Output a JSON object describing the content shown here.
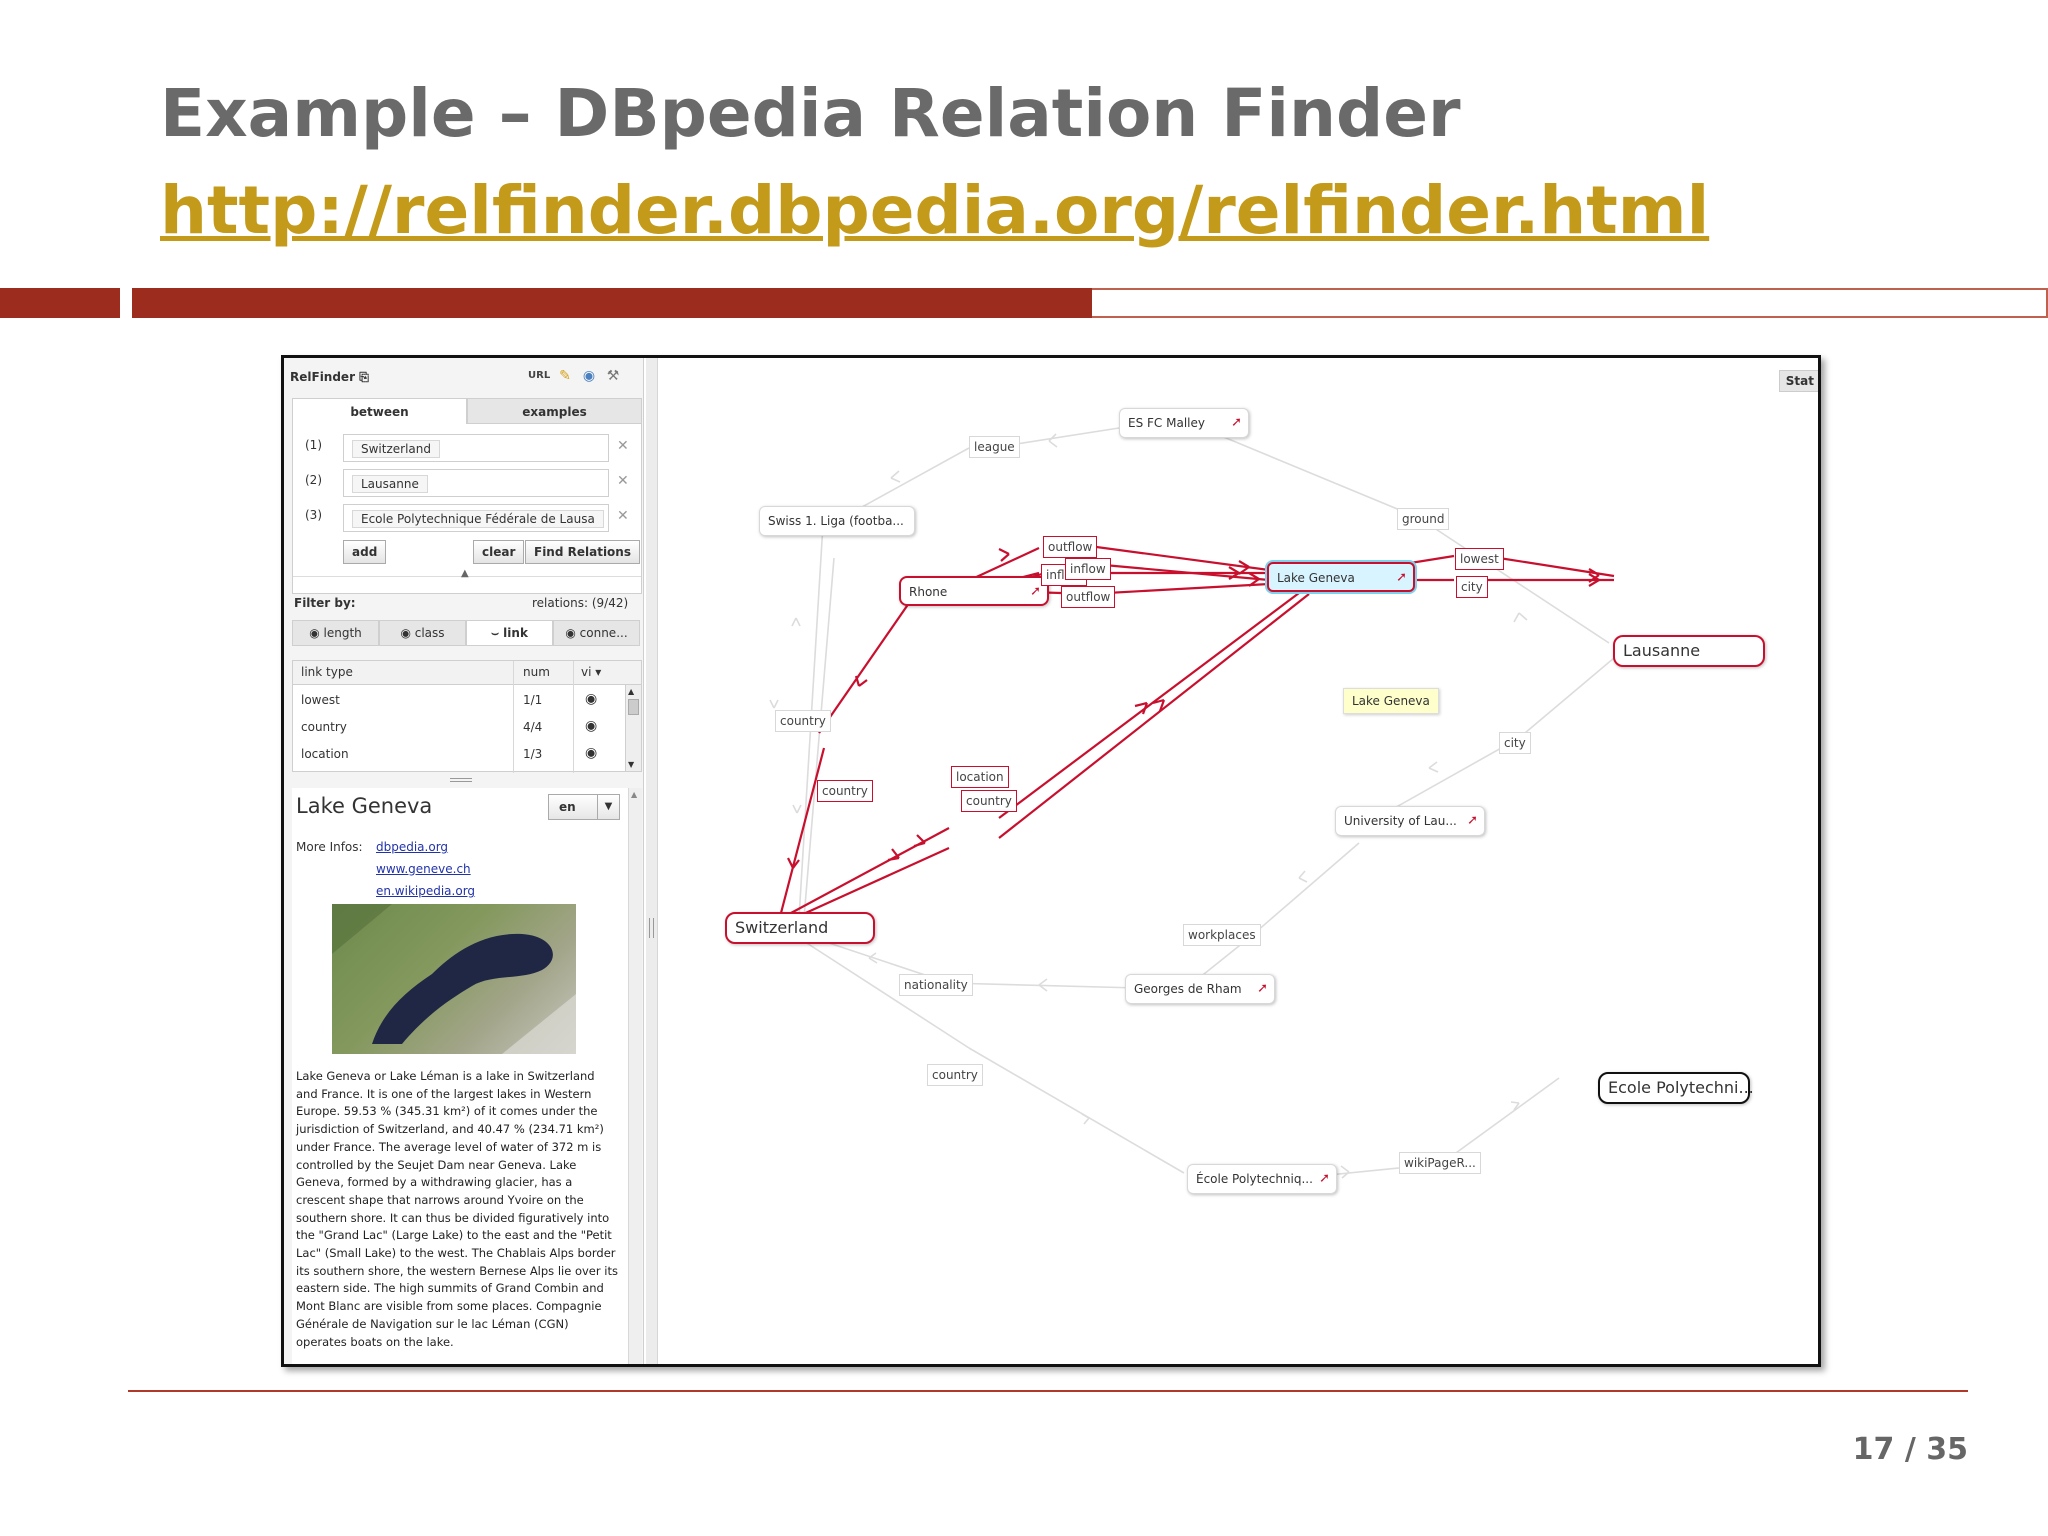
{
  "slide": {
    "title": "Example – DBpedia Relation Finder",
    "url": "http://relfinder.dbpedia.org/relfinder.html",
    "page": "17 / 35"
  },
  "colors": {
    "accent_red": "#9c2c1e",
    "link_gold": "#c49a1a",
    "relation_red": "#c8102e",
    "selected_blue": "#7dd3ee"
  },
  "panel": {
    "logo": "RelFinder",
    "url_label": "URL",
    "tabs": [
      {
        "label": "between"
      },
      {
        "label": "examples"
      }
    ],
    "entities": [
      {
        "index": "(1)",
        "value": "Switzerland"
      },
      {
        "index": "(2)",
        "value": "Lausanne"
      },
      {
        "index": "(3)",
        "value": "Ecole Polytechnique Fédérale de Lausa"
      }
    ],
    "buttons": {
      "add": "add",
      "clear": "clear",
      "find": "Find Relations"
    },
    "filter_label": "Filter by:",
    "relations": "relations: (9/42)",
    "filter_tabs": [
      {
        "label": "length"
      },
      {
        "label": "class"
      },
      {
        "label": "link"
      },
      {
        "label": "conne..."
      }
    ],
    "grid": {
      "headers": [
        "link type",
        "num",
        "vi ▾"
      ],
      "rows": [
        {
          "type": "lowest",
          "num": "1/1"
        },
        {
          "type": "country",
          "num": "4/4"
        },
        {
          "type": "location",
          "num": "1/3"
        }
      ]
    },
    "detail": {
      "title": "Lake Geneva",
      "lang": "en",
      "more_infos": "More Infos:",
      "links": [
        "dbpedia.org",
        "www.geneve.ch",
        "en.wikipedia.org"
      ],
      "description": "Lake Geneva or Lake Léman is a lake in Switzerland and France. It is one of the largest lakes in Western Europe. 59.53 % (345.31 km²) of it comes under the jurisdiction of Switzerland, and 40.47 % (234.71 km²) under France. The average level of water of 372 m is controlled by the Seujet Dam near Geneva. Lake Geneva, formed by a withdrawing glacier, has a crescent shape that narrows around Yvoire on the southern shore. It can thus be divided figuratively into the \"Grand Lac\" (Large Lake) to the east and the \"Petit Lac\" (Small Lake) to the west. The Chablais Alps border its southern shore, the western Bernese Alps lie over its eastern side. The high summits of Grand Combin and Mont Blanc are visible from some places. Compagnie Générale de Navigation sur le lac Léman (CGN) operates boats on the lake."
    }
  },
  "graph": {
    "stat_label": "Stat",
    "nodes": {
      "es_fc_malley": "ES FC Malley",
      "swiss_liga": "Swiss 1. Liga (footba...",
      "rhone": "Rhone",
      "lake_geneva": "Lake Geneva",
      "lausanne": "Lausanne",
      "switzerland": "Switzerland",
      "university": "University of Lau...",
      "georges": "Georges de Rham",
      "ecole_fr": "École Polytechniq...",
      "ecole_given": "Ecole Polytechni..."
    },
    "edge_labels": {
      "league": "league",
      "ground": "ground",
      "country_left": "country",
      "outflow_top": "outflow",
      "inflow_a": "inflow",
      "inflow_b": "inflow",
      "outflow_bottom": "outflow",
      "lowest": "lowest",
      "city_top": "city",
      "country_red": "country",
      "location": "location",
      "country_mid": "country",
      "city_right": "city",
      "workplaces": "workplaces",
      "nationality": "nationality",
      "country_bottom": "country",
      "wikipage": "wikiPageR..."
    },
    "tooltip": "Lake Geneva"
  }
}
